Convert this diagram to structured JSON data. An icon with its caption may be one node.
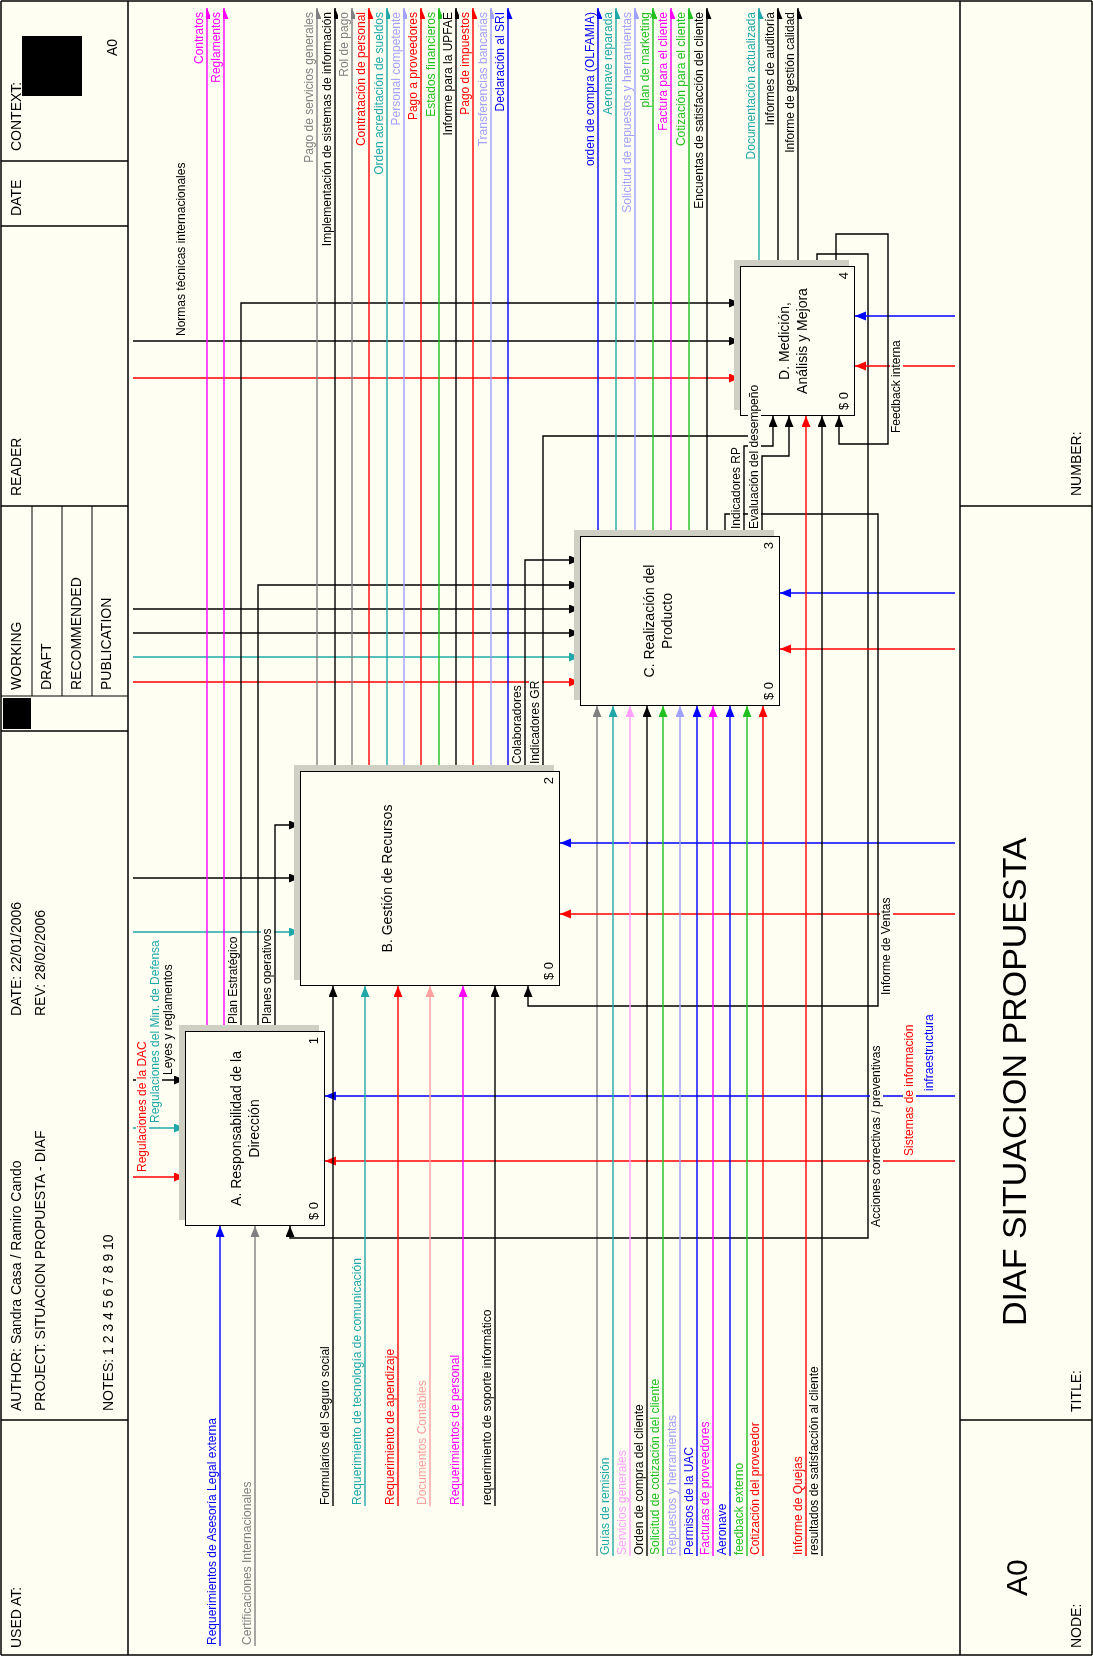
{
  "diagram": {
    "title": "DIAF SITUACION PROPUESTA",
    "nodes": [
      {
        "text": [
          "A. Responsabilidad de la Dirección",
          "$ 0",
          "1"
        ]
      },
      {
        "text": [
          "B. Gestión de Recursos",
          "$ 0",
          "2"
        ]
      },
      {
        "text": [
          "C. Realización del Producto",
          "$ 0",
          "3"
        ]
      },
      {
        "text": [
          "D. Medición, Análisis y Mejora",
          "$ 0",
          "4"
        ]
      }
    ],
    "edges": [
      {
        "from": null,
        "to": 0,
        "arrow": "to",
        "label": "Requerimientos de Asesoría Legal externa",
        "color": "#0000ff"
      },
      {
        "from": null,
        "to": 0,
        "arrow": "to",
        "label": "Certificaciones Internacionales",
        "color": "#808080"
      },
      {
        "from": null,
        "to": 2,
        "arrow": "to",
        "color": "#808080"
      },
      {
        "from": 3,
        "to": 0,
        "arrow": "to",
        "label": "Acciones correctivas / preventivas"
      },
      {
        "from": null,
        "to": 0,
        "arrow": "to",
        "label": "Regulaciones de la DAC",
        "color": "#ff0000"
      },
      {
        "from": null,
        "to": 2,
        "arrow": "to",
        "color": "#ff0000"
      },
      {
        "from": null,
        "to": 3,
        "arrow": "to",
        "color": "#ff0000"
      },
      {
        "from": null,
        "to": 0,
        "arrow": "to",
        "label": "Regulaciones del Min. de Defensa",
        "color": "#20a8a8"
      },
      {
        "from": null,
        "to": 1,
        "arrow": "to",
        "color": "#20a8a8"
      },
      {
        "from": null,
        "to": 2,
        "arrow": "to",
        "color": "#20a8a8"
      },
      {
        "from": null,
        "to": 0,
        "arrow": "to",
        "label": "Leyes y reglamentos"
      },
      {
        "from": null,
        "to": 1,
        "arrow": "to"
      },
      {
        "from": null,
        "to": 2,
        "arrow": "to"
      },
      {
        "from": null,
        "to": 3,
        "arrow": "to",
        "label": "Normas técnicas internacionales"
      },
      {
        "from": null,
        "to": 2,
        "arrow": "to"
      },
      {
        "from": 0,
        "to": null,
        "arrow": "to",
        "label": "Contratos",
        "color": "#ff00ff"
      },
      {
        "from": 0,
        "to": null,
        "arrow": "to",
        "label": "Reglamentos",
        "color": "#ff00ff"
      },
      {
        "from": 0,
        "to": 3,
        "arrow": "to",
        "label": "Plan Estratégico"
      },
      {
        "from": 0,
        "to": 2,
        "arrow": "to"
      },
      {
        "from": 0,
        "to": 1,
        "arrow": "to",
        "label": "Planes operativos"
      },
      {
        "from": null,
        "to": 0,
        "arrow": "to",
        "label": "Sistemas de información",
        "color": "#ff0000"
      },
      {
        "from": null,
        "to": 1,
        "arrow": "to",
        "color": "#ff0000"
      },
      {
        "from": null,
        "to": 2,
        "arrow": "to",
        "color": "#ff0000"
      },
      {
        "from": null,
        "to": 3,
        "arrow": "to",
        "color": "#ff0000"
      },
      {
        "from": null,
        "to": 0,
        "arrow": "to",
        "label": "infraestructura",
        "color": "#0000ff"
      },
      {
        "from": null,
        "to": 1,
        "arrow": "to",
        "color": "#0000ff"
      },
      {
        "from": null,
        "to": 2,
        "arrow": "to",
        "color": "#0000ff"
      },
      {
        "from": null,
        "to": 3,
        "arrow": "to",
        "color": "#0000ff"
      },
      {
        "from": null,
        "to": 1,
        "arrow": "to",
        "label": "Formularios del Seguro social"
      },
      {
        "from": null,
        "to": 1,
        "arrow": "to",
        "label": "Requerimiento de tecnología de comunicación",
        "color": "#20a8a8"
      },
      {
        "from": null,
        "to": 1,
        "arrow": "to",
        "label": "Requerimiento de apendizaje",
        "color": "#ff0000"
      },
      {
        "from": null,
        "to": 1,
        "arrow": "to",
        "label": "Documentos Contables",
        "color": "#ffa0a0"
      },
      {
        "from": null,
        "to": 1,
        "arrow": "to",
        "label": "Requerimientos de personal",
        "color": "#ff00ff"
      },
      {
        "from": null,
        "to": 1,
        "arrow": "to",
        "label": "requerimiento de soporte informático"
      },
      {
        "from": 2,
        "to": 1,
        "arrow": "to",
        "label": "Informe de Ventas"
      },
      {
        "from": 1,
        "to": null,
        "arrow": "to",
        "label": "Pago de servicios generales",
        "color": "#808080"
      },
      {
        "from": 1,
        "to": null,
        "arrow": "to",
        "label": "Implementación de sistemas de información"
      },
      {
        "from": 1,
        "to": null,
        "arrow": "to",
        "label": "Rol de pago",
        "color": "#808080"
      },
      {
        "from": 1,
        "to": null,
        "arrow": "to",
        "label": "Contratación de personal",
        "color": "#ff0000"
      },
      {
        "from": 1,
        "to": null,
        "arrow": "to",
        "label": "Orden acreditación de sueldos",
        "color": "#20a8a8"
      },
      {
        "from": 1,
        "to": null,
        "arrow": "to",
        "label": "Personal competente",
        "color": "#a0a0ff"
      },
      {
        "from": 1,
        "to": null,
        "arrow": "to",
        "label": "Pago a proveedores",
        "color": "#ff0000"
      },
      {
        "from": 1,
        "to": null,
        "arrow": "to",
        "label": "Estados financieros",
        "color": "#20c020"
      },
      {
        "from": 1,
        "to": null,
        "arrow": "to",
        "label": "Informe para la UPFAE"
      },
      {
        "from": 1,
        "to": null,
        "arrow": "to",
        "label": "Pago de impuestos",
        "color": "#ff0000"
      },
      {
        "from": 1,
        "to": null,
        "arrow": "to",
        "label": "Transferencias bancarias",
        "color": "#a0a0ff"
      },
      {
        "from": 1,
        "to": null,
        "arrow": "to",
        "label": "Declaración al SRI",
        "color": "#0000ff"
      },
      {
        "from": 1,
        "to": 2,
        "arrow": "to",
        "label": "Colaboradores"
      },
      {
        "from": 1,
        "to": 3,
        "arrow": "to",
        "label": "Indicadores GR"
      },
      {
        "from": null,
        "to": 2,
        "arrow": "to",
        "label": "Guías de remisión",
        "color": "#20a8a8"
      },
      {
        "from": null,
        "to": 2,
        "arrow": "to",
        "label": "Servicios generales",
        "color": "#ffa0ff"
      },
      {
        "from": null,
        "to": 2,
        "arrow": "to",
        "label": "Orden de compra del cliente"
      },
      {
        "from": null,
        "to": 2,
        "arrow": "to",
        "label": "Solicitud de cotización del cliente",
        "color": "#20c020"
      },
      {
        "from": null,
        "to": 2,
        "arrow": "to",
        "label": "Repuestos y herramientas",
        "color": "#a0a0ff"
      },
      {
        "from": null,
        "to": 2,
        "arrow": "to",
        "label": "Permisos de la UAC",
        "color": "#0000ff"
      },
      {
        "from": null,
        "to": 2,
        "arrow": "to",
        "label": "Facturas de proveedores",
        "color": "#ff00ff"
      },
      {
        "from": null,
        "to": 2,
        "arrow": "to",
        "label": "Aeronave",
        "color": "#0000ff"
      },
      {
        "from": null,
        "to": 2,
        "arrow": "to",
        "label": "feedback externo",
        "color": "#20c020"
      },
      {
        "from": null,
        "to": 2,
        "arrow": "to",
        "label": "Cotización del proveedor",
        "color": "#ff0000"
      },
      {
        "from": 2,
        "to": null,
        "arrow": "to",
        "label": "orden de compra (OLFAMIA)",
        "color": "#0000ff"
      },
      {
        "from": 2,
        "to": null,
        "arrow": "to",
        "label": "Aeronave reparada",
        "color": "#20a8a8"
      },
      {
        "from": 2,
        "to": null,
        "arrow": "to",
        "label": "Solicitud de repuestos y herramientas",
        "color": "#a0a0ff"
      },
      {
        "from": 2,
        "to": null,
        "arrow": "to",
        "label": "plan de marketing",
        "color": "#20c020"
      },
      {
        "from": 2,
        "to": null,
        "arrow": "to",
        "label": "Factura para el cliente",
        "color": "#ff00ff"
      },
      {
        "from": 2,
        "to": null,
        "arrow": "to",
        "label": "Cotización para el cliente",
        "color": "#20c020"
      },
      {
        "from": 2,
        "to": null,
        "arrow": "to",
        "label": "Encuentas de satisfacción del cliente"
      },
      {
        "from": 2,
        "to": 3,
        "arrow": "to",
        "label": "Indicadores RP"
      },
      {
        "from": 2,
        "to": 3,
        "arrow": "to",
        "label": "Evaluación del desempeño"
      },
      {
        "from": null,
        "to": 3,
        "arrow": "to",
        "label": "Informe de Quejas",
        "color": "#ff0000"
      },
      {
        "from": null,
        "to": 3,
        "arrow": "to",
        "label": "resultados de satisfacción al cliente"
      },
      {
        "from": 3,
        "to": null,
        "arrow": "to",
        "label": "Documentación actualizada",
        "color": "#20a8a8"
      },
      {
        "from": 3,
        "to": null,
        "arrow": "to",
        "label": "Informes de auditoría"
      },
      {
        "from": 3,
        "to": null,
        "arrow": "to",
        "label": "Informe de gestión calidad"
      },
      {
        "from": 3,
        "to": 3,
        "arrow": "to",
        "label": "Feedback interna"
      }
    ],
    "labels": [
      "USED AT:",
      "AUTHOR: Sandra Casa / Ramiro Cando",
      "PROJECT: SITUACION PROPUESTA - DIAF",
      "NOTES: 1 2 3 4 5 6 7 8 9 10",
      "DATE: 22/01/2006",
      "REV: 28/02/2006",
      "WORKING",
      "DRAFT",
      "RECOMMENDED",
      "PUBLICATION",
      "READER",
      "DATE",
      "CONTEXT:",
      "A0",
      "NODE:",
      "A0",
      "TITLE:",
      "NUMBER:"
    ]
  }
}
